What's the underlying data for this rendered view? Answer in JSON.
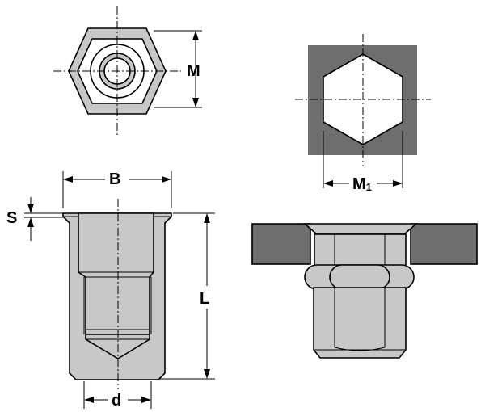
{
  "labels": {
    "m": "M",
    "m1_main": "M",
    "m1_sub": "1",
    "b": "B",
    "s": "S",
    "l": "L",
    "d": "d"
  },
  "colors": {
    "part_fill": "#c8c8c8",
    "plate_fill": "#6e6e6e",
    "line": "#000000",
    "background": "#ffffff"
  }
}
